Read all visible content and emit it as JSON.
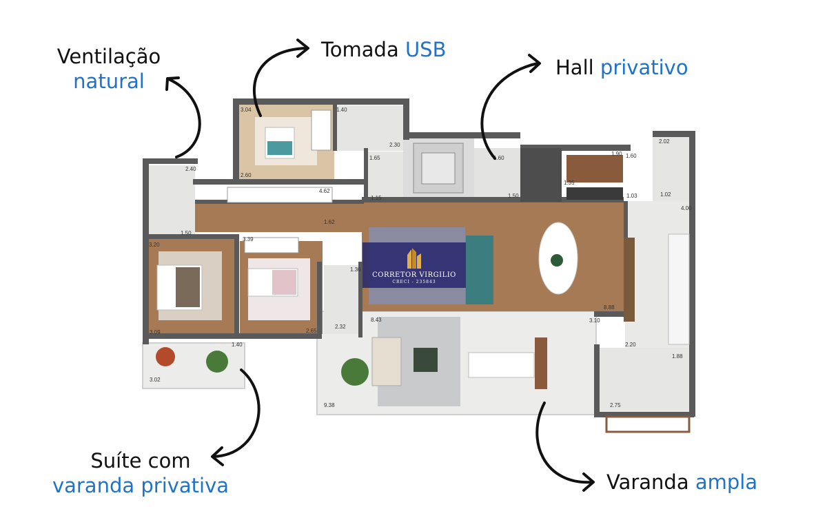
{
  "callouts": {
    "ventilacao": {
      "line1": "Ventilação",
      "line2": "natural"
    },
    "tomada": {
      "text": "Tomada",
      "highlight": "USB"
    },
    "hall": {
      "text": "Hall",
      "highlight": "privativo"
    },
    "suite": {
      "line1": "Suíte com",
      "line2": "varanda privativa"
    },
    "varanda": {
      "text": "Varanda",
      "highlight": "ampla"
    }
  },
  "watermark": {
    "name": "CORRETOR VIRGILIO",
    "creci": "CRECI - 235843"
  },
  "dimensions": [
    "3.04",
    "1.40",
    "2.30",
    "1.65",
    "1.15",
    "1.60",
    "1.50",
    "1.90",
    "1.60",
    "2.02",
    "1.03",
    "1.02",
    "2.40",
    "2.60",
    "4.62",
    "1.50",
    "1.62",
    "3.39",
    "1.30",
    "2.32",
    "2.65",
    "3.09",
    "1.40",
    "3.02",
    "8.43",
    "9.38",
    "3.10",
    "8.88",
    "2.20",
    "1.88",
    "2.75",
    "1.35",
    "4.00",
    "3.20"
  ],
  "colors": {
    "highlight": "#1f73c9",
    "wall": "#5a5a5a",
    "wood": "#a57a55",
    "tile": "#e7e7e5",
    "watermark": "#28286e"
  }
}
